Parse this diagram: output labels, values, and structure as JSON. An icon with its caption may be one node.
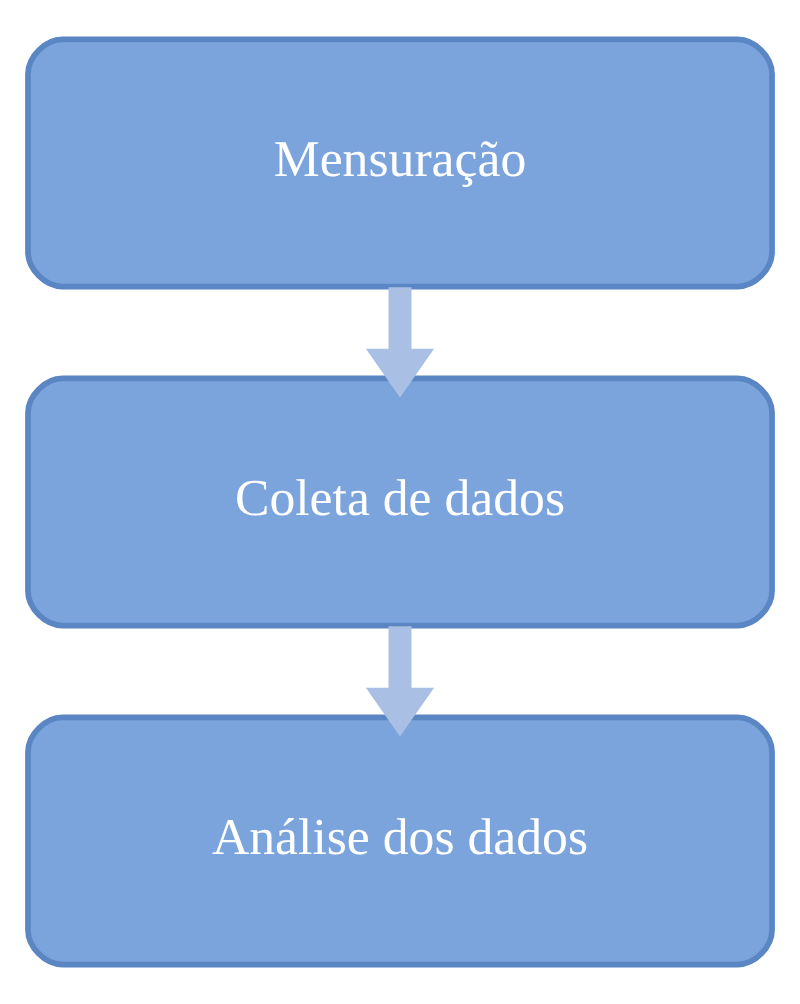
{
  "diagram": {
    "nodes": [
      {
        "text": [
          "Mensuração"
        ]
      },
      {
        "text": [
          "Coleta de dados"
        ]
      },
      {
        "text": [
          "Análise dos dados"
        ]
      }
    ],
    "edges": [
      {
        "from": 0,
        "to": 1,
        "arrow": "to"
      },
      {
        "from": 1,
        "to": 2,
        "arrow": "to"
      }
    ]
  }
}
